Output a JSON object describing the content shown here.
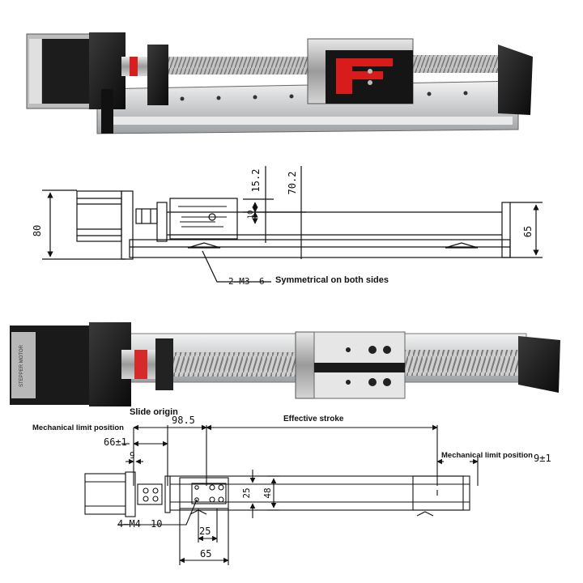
{
  "top_drawing": {
    "height": "80",
    "dim_15": "15.2",
    "dim_70": "70.2",
    "dim_10": "10",
    "height_right": "65",
    "screw_note": "2—M3",
    "screw_depth": "6",
    "symmetric_note": "Symmetrical on both sides"
  },
  "bottom_drawing": {
    "slide_origin": "Slide origin",
    "mech_limit_left": "Mechanical limit position",
    "mech_limit_right": "Mechanical limit position",
    "effective_stroke": "Effective stroke",
    "dim_98": "98.5",
    "dim_66": "66±1",
    "dim_9_left": "9",
    "dim_9_right": "9±1",
    "dim_25_h": "25",
    "dim_25_v": "25",
    "dim_48": "48",
    "dim_65": "65",
    "screw_note": "4—M4",
    "screw_depth": "10"
  },
  "motor_label": "STEPPER MOTOR"
}
